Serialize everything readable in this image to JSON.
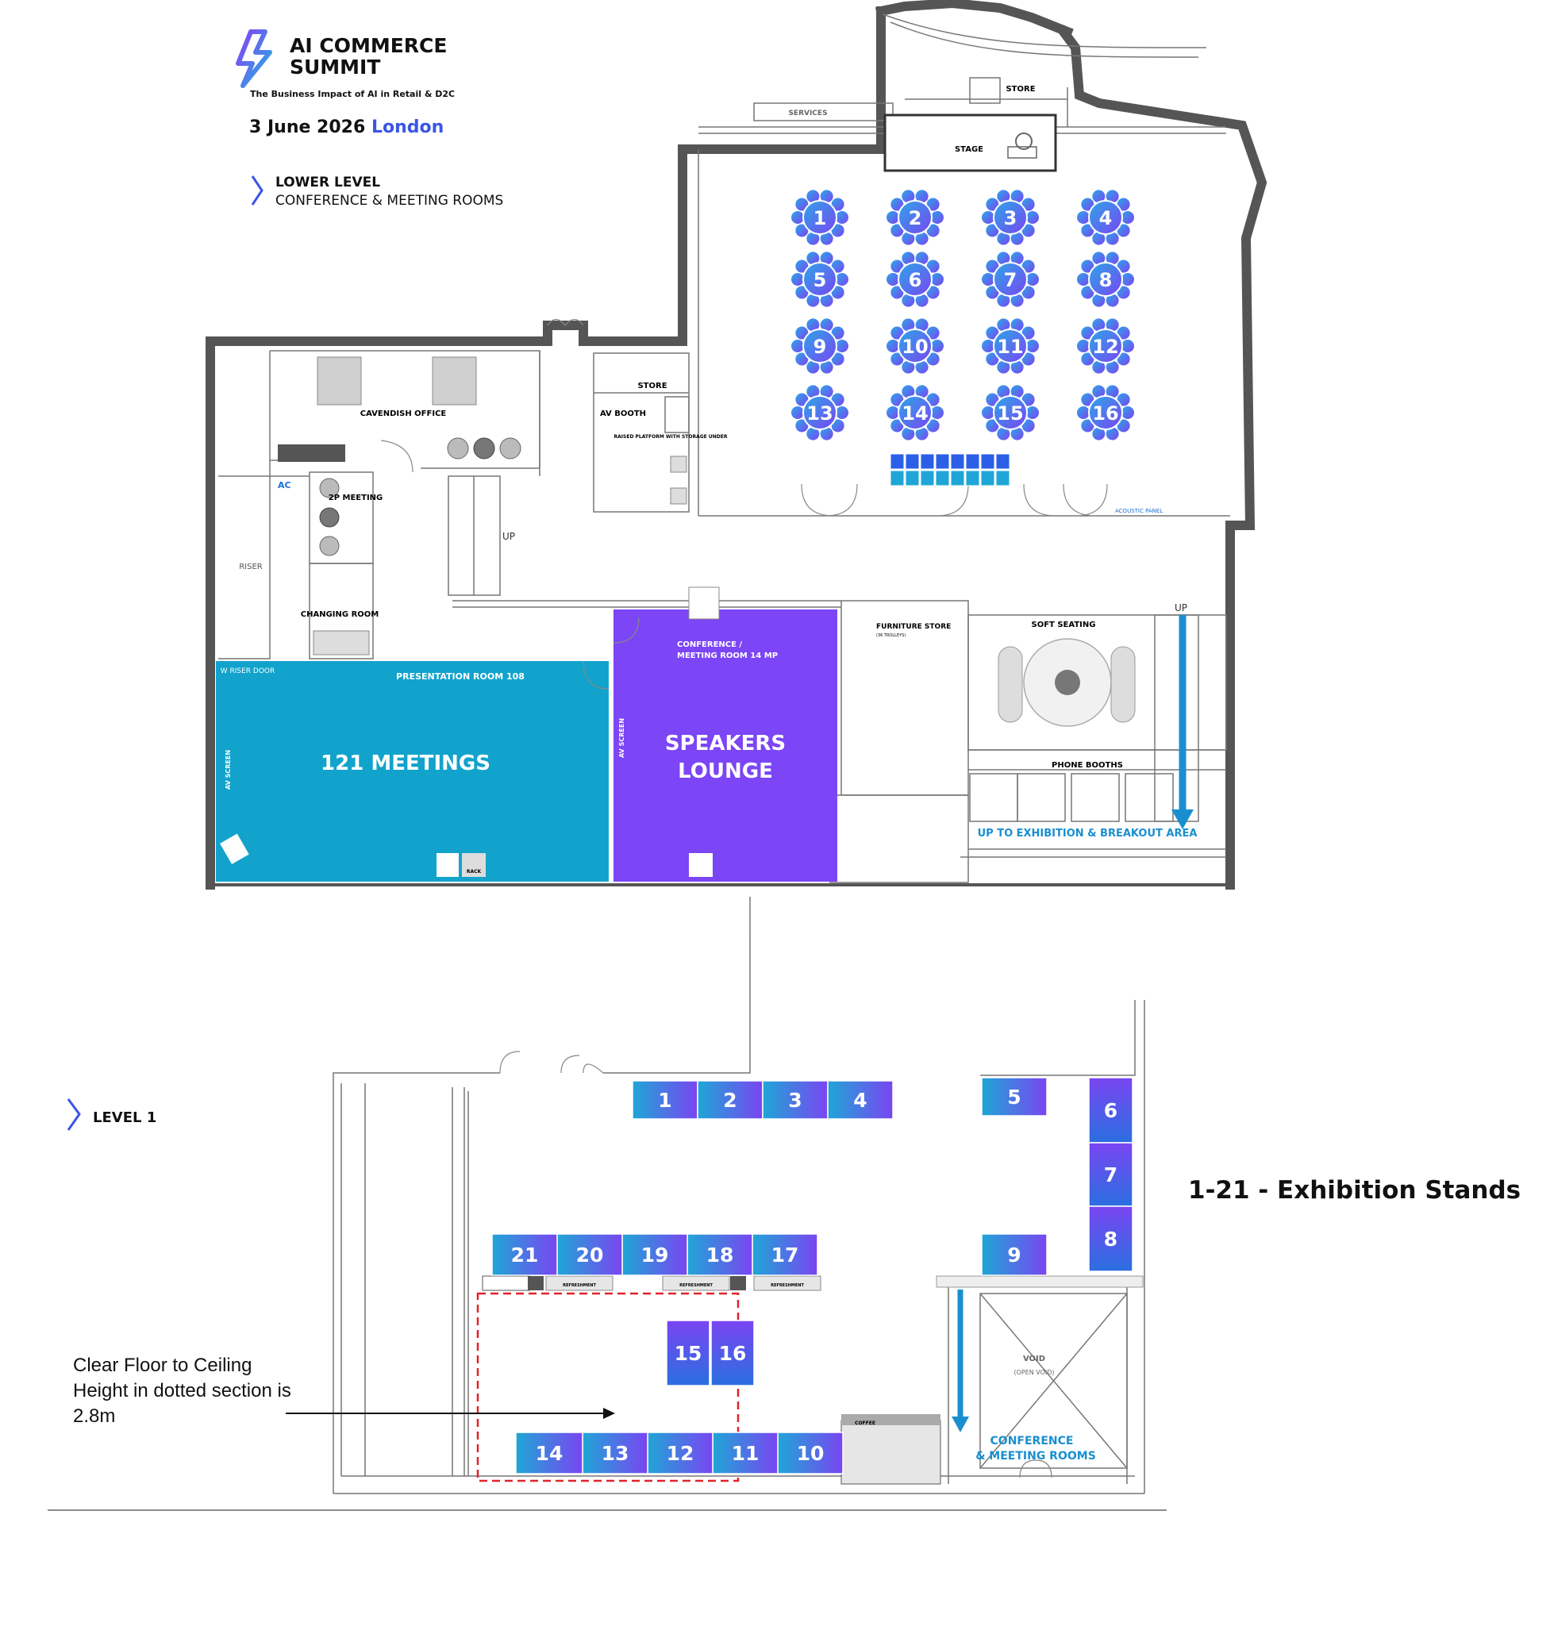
{
  "header": {
    "logo_title": "AI COMMERCE SUMMIT",
    "tagline": "The Business Impact of AI in Retail & D2C",
    "date": "3 June 2026",
    "city": "London",
    "logo_icon": "lightning-bolt-icon"
  },
  "colors": {
    "teal": "#12a3cc",
    "purple": "#7c45f5",
    "blue": "#2b5fe8",
    "accent": "#3a55e6",
    "arrow": "#1a8fd0",
    "dashed": "#e0232a"
  },
  "lower_level": {
    "title": "LOWER LEVEL",
    "subtitle": "CONFERENCE & MEETING ROOMS",
    "rooms": {
      "store_top": "STORE",
      "services": "SERVICES",
      "stage": "STAGE",
      "cavendish": "CAVENDISH OFFICE",
      "store": "STORE",
      "av_booth": "AV BOOTH",
      "raised_platform": "RAISED PLATFORM WITH STORAGE UNDER",
      "rack": "RACK",
      "meeting_2p": "2P MEETING",
      "ac": "AC",
      "riser": "RISER",
      "changing": "CHANGING ROOM",
      "riser_door": "W RISER DOOR",
      "presentation_room": "PRESENTATION ROOM 108",
      "meetings_121": "121 MEETINGS",
      "av_screen": "AV SCREEN",
      "conference_room": "CONFERENCE / MEETING ROOM 14 MP",
      "speakers_lounge": "SPEAKERS LOUNGE",
      "furniture_store": "FURNITURE STORE",
      "furniture_note": "(36 TROLLEYS)",
      "soft_seating": "SOFT SEATING",
      "phone_booths": "PHONE BOOTHS",
      "up_label": "UP",
      "up_exhibition": "UP TO EXHIBITION & BREAKOUT AREA",
      "acoustic_panel": "ACOUSTIC PANEL",
      "rack_small": "RACK"
    },
    "tables": [
      "1",
      "2",
      "3",
      "4",
      "5",
      "6",
      "7",
      "8",
      "9",
      "10",
      "11",
      "12",
      "13",
      "14",
      "15",
      "16"
    ]
  },
  "level1": {
    "title": "LEVEL 1",
    "legend": "1-21 - Exhibition Stands",
    "ceiling_note": "Clear Floor to Ceiling Height in dotted section is 2.8m",
    "void": "VOID",
    "open_void": "(OPEN VOID)",
    "coffee": "COFFEE",
    "refreshment": "REFRESHMENT",
    "conference_rooms": "CONFERENCE & MEETING ROOMS",
    "stands": [
      "1",
      "2",
      "3",
      "4",
      "5",
      "6",
      "7",
      "8",
      "9",
      "10",
      "11",
      "12",
      "13",
      "14",
      "15",
      "16",
      "17",
      "18",
      "19",
      "20",
      "21"
    ]
  }
}
